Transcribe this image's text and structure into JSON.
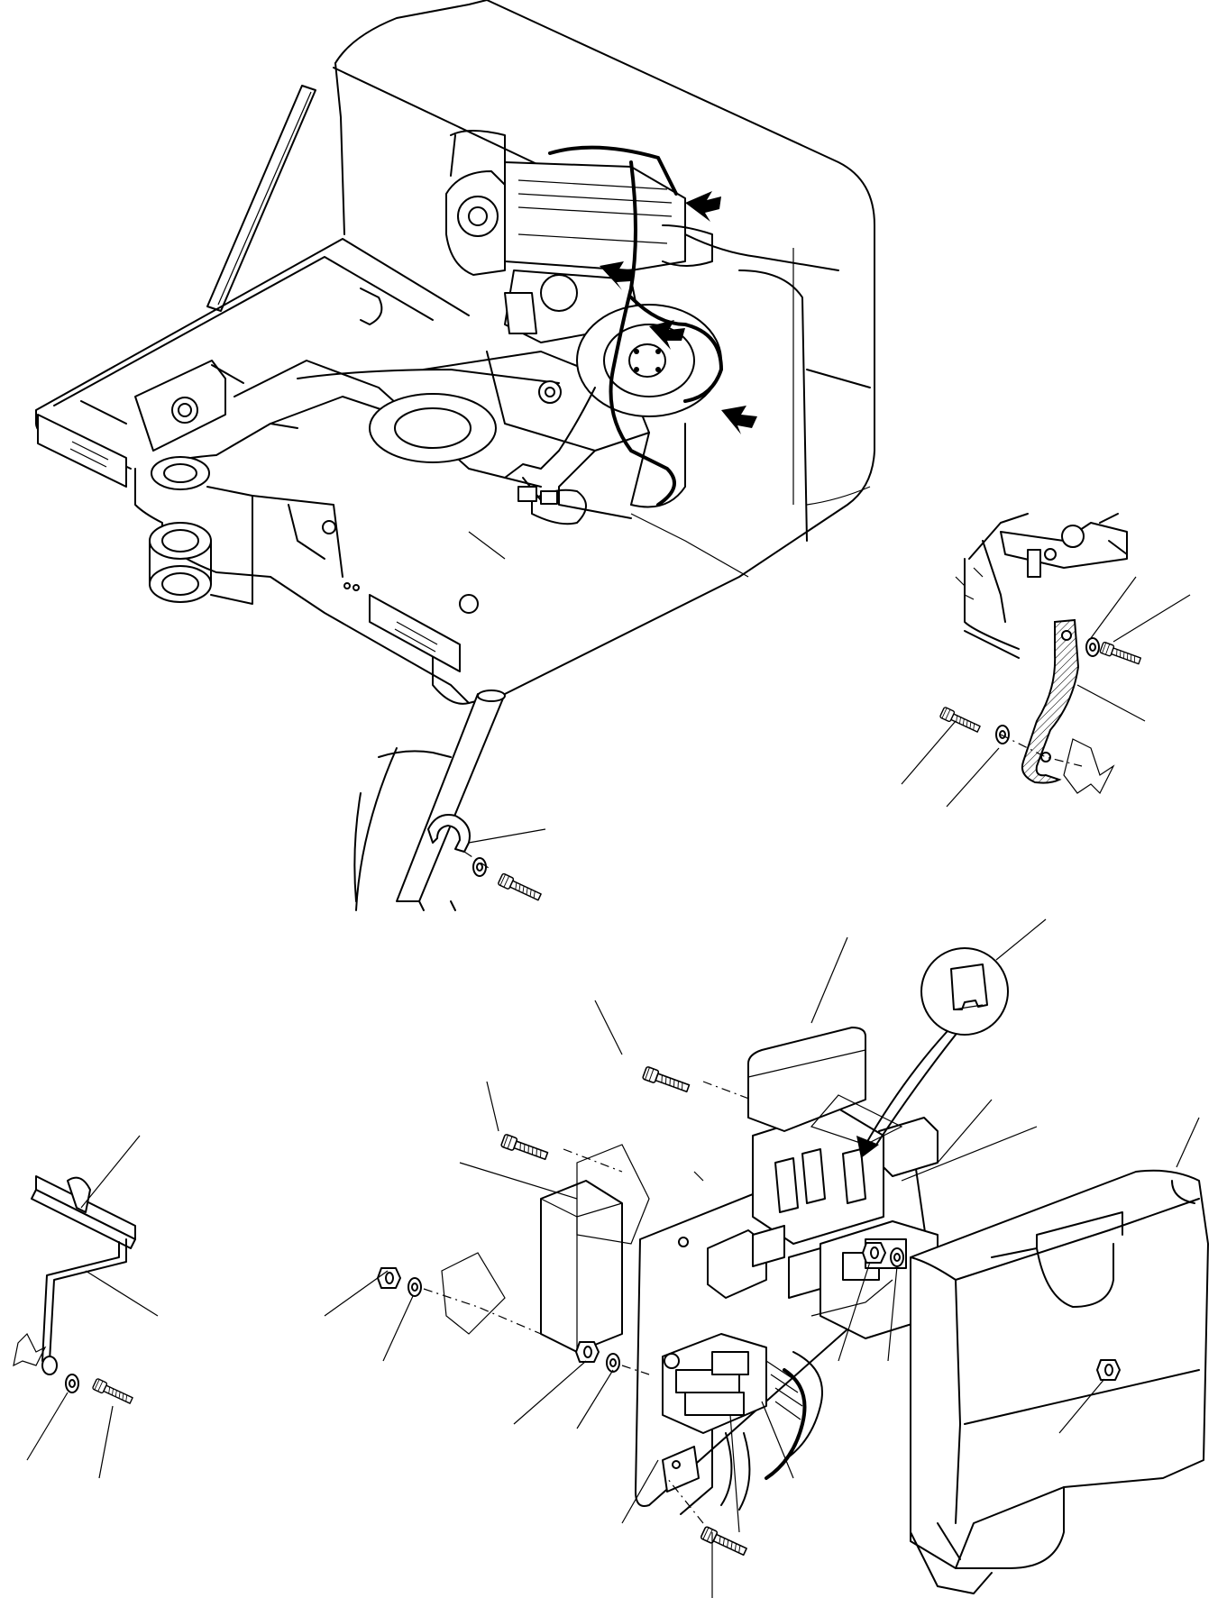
{
  "diagram": {
    "icons": {
      "frame": "excavator-upper-frame",
      "strap": "ground-strap",
      "clamp": "harness-clamp",
      "box": "fuse-relay-box",
      "cover": "box-cover",
      "fuse": "fuse-detail",
      "bolt": "bolt",
      "washer": "washer",
      "nut": "nut",
      "arrow": "location-arrow"
    }
  }
}
